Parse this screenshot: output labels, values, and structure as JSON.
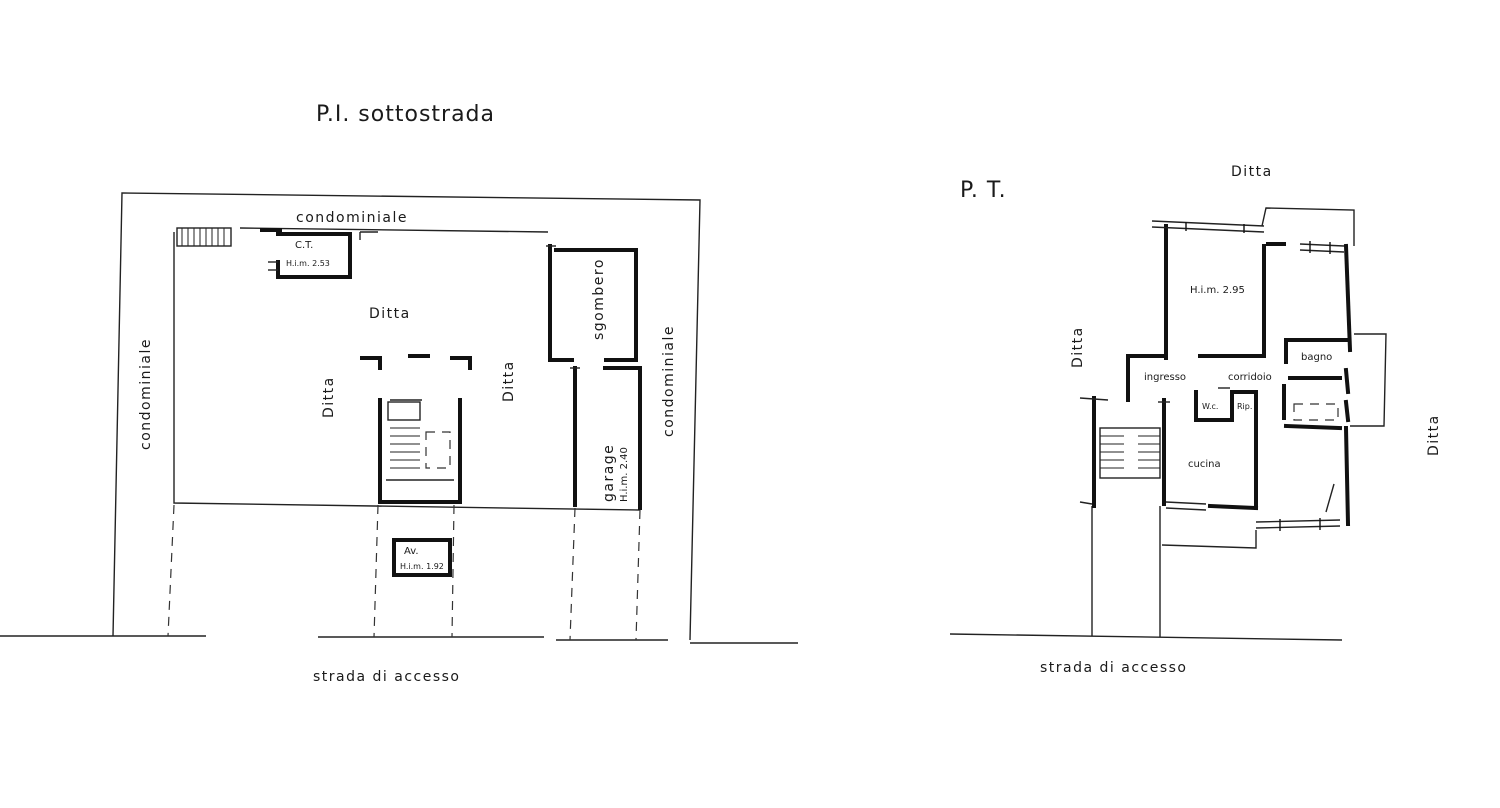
{
  "basement_plan": {
    "title": "P.I. sottostrada",
    "top_neighbor": "condominiale",
    "left_neighbor": "condominiale",
    "right_neighbor": "condominiale",
    "ct_room": "C.T.",
    "ct_height": "H.i.m. 2.53",
    "main_space": "Ditta",
    "stair_left": "Ditta",
    "stair_right": "Ditta",
    "storage_room": "sgombero",
    "garage_room": "garage",
    "garage_height": "H.i.m. 2.40",
    "av_room": "Av.",
    "av_height": "H.i.m. 1.92",
    "street": "strada di accesso"
  },
  "ground_plan": {
    "title": "P. T.",
    "top_neighbor": "Ditta",
    "left_neighbor": "Ditta",
    "right_neighbor": "Ditta",
    "room_height": "H.i.m. 2.95",
    "bathroom": "bagno",
    "entrance": "ingresso",
    "corridor": "corridoio",
    "wc": "W.c.",
    "storage": "Rip.",
    "kitchen": "cucina",
    "street": "strada di accesso"
  }
}
